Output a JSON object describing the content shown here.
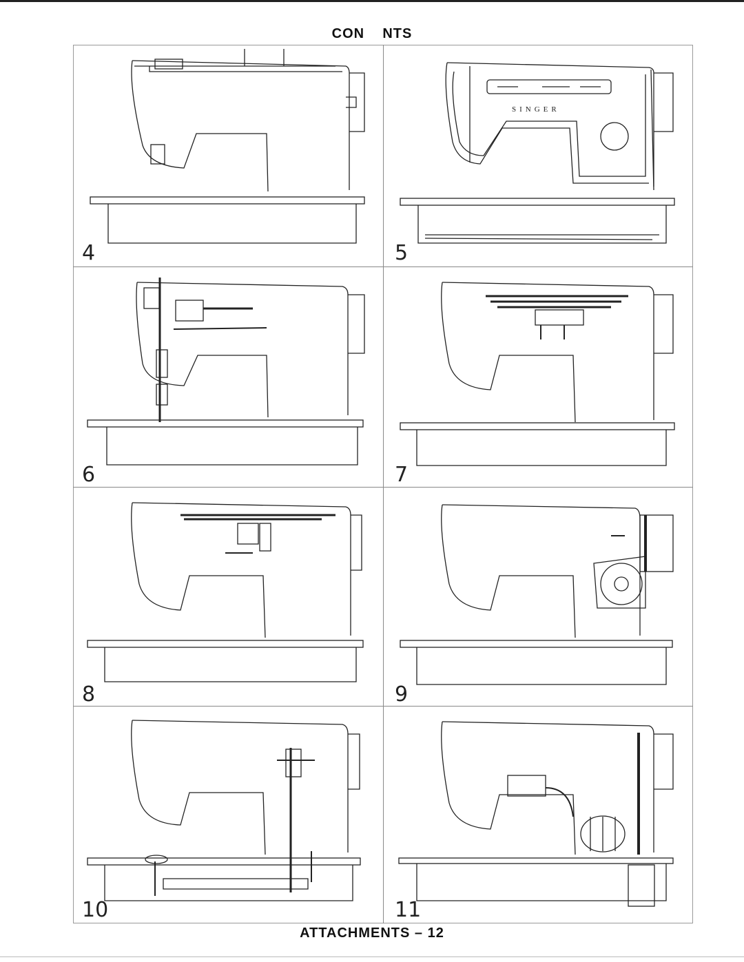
{
  "header": {
    "title": "CON    NTS"
  },
  "footer": {
    "title": "ATTACHMENTS – 12"
  },
  "figures": [
    {
      "number": "4",
      "brand": ""
    },
    {
      "number": "5",
      "brand": "SINGER"
    },
    {
      "number": "6"
    },
    {
      "number": "7"
    },
    {
      "number": "8"
    },
    {
      "number": "9"
    },
    {
      "number": "10"
    },
    {
      "number": "11"
    }
  ]
}
